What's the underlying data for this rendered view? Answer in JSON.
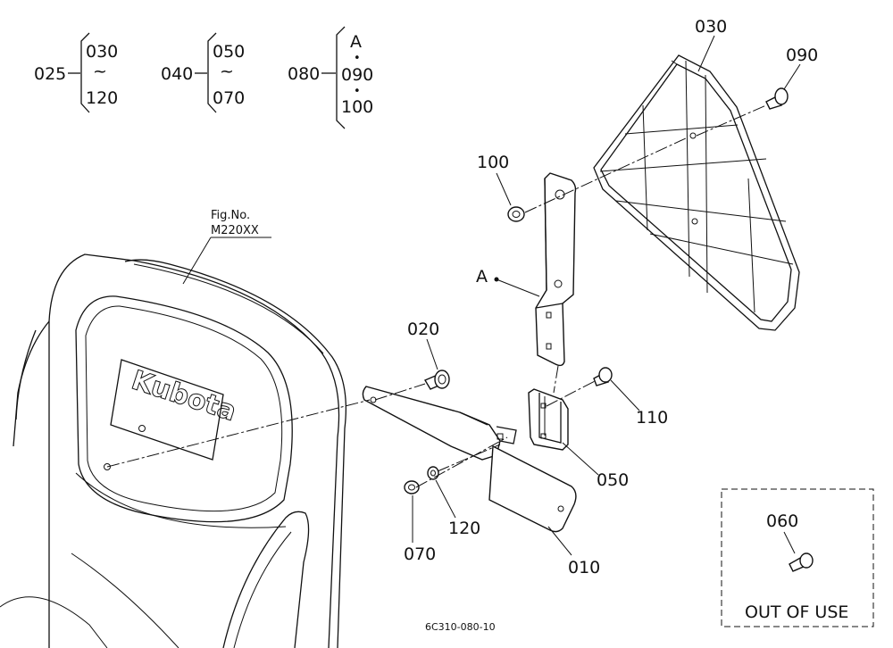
{
  "diagram": {
    "groups": [
      {
        "id": "025",
        "members": [
          "030",
          "~",
          "120"
        ]
      },
      {
        "id": "040",
        "members": [
          "050",
          "~",
          "070"
        ]
      },
      {
        "id": "080",
        "members": [
          "A",
          "•",
          "090",
          "•",
          "100"
        ]
      }
    ],
    "parts": [
      "030",
      "090",
      "100",
      "A",
      "020",
      "110",
      "050",
      "120",
      "070",
      "010",
      "060"
    ],
    "figure_ref": {
      "line1": "Fig.No.",
      "line2": "M220XX"
    },
    "seat_logo": "Kubota",
    "out_of_use_label": "OUT OF USE",
    "drawing_number": "6C310-080-10"
  }
}
